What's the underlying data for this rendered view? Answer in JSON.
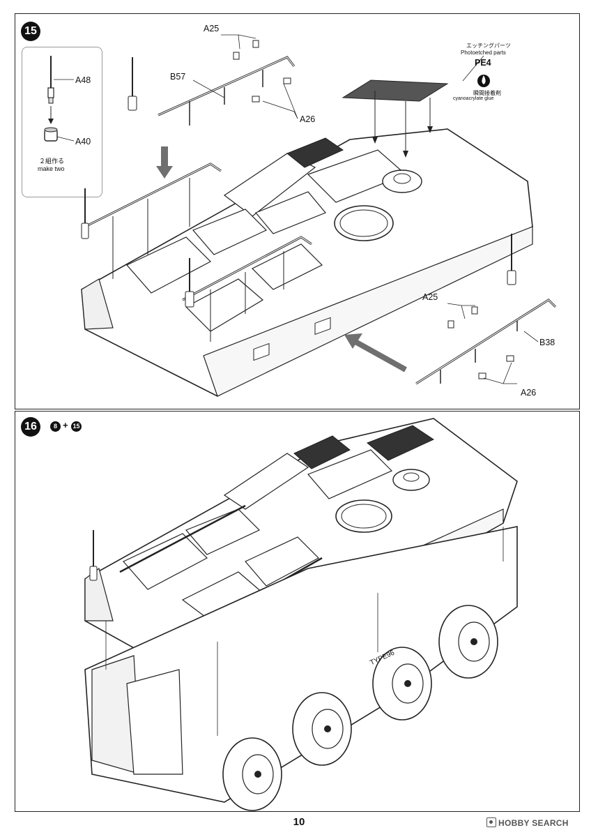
{
  "page": {
    "number": "10"
  },
  "watermark": {
    "text": "HOBBY SEARCH",
    "icon": "hobby-search-logo-icon"
  },
  "step15": {
    "number": "15",
    "inset": {
      "parts": [
        "A48",
        "A40"
      ],
      "note_jp": "２組作る",
      "note_en": "make two"
    },
    "labels": {
      "a25_top": "A25",
      "b57": "B57",
      "a26_top": "A26",
      "a25_right": "A25",
      "b38": "B38",
      "a26_right": "A26"
    },
    "photoetch": {
      "title_jp": "エッチングパーツ",
      "title_en": "Photoetched parts",
      "part": "PE4",
      "glue_jp": "瞬間接着剤",
      "glue_en": "cyanoacrylate glue",
      "glue_icon": "glue-drop-icon"
    }
  },
  "step16": {
    "number": "16",
    "sub_a": "8",
    "plus": "+",
    "sub_b": "15",
    "decal_text": "TYPE96"
  },
  "colors": {
    "line": "#222222",
    "arrow": "#6f6f6f",
    "mesh": "#3a3a3a",
    "step_badge": "#111111"
  }
}
